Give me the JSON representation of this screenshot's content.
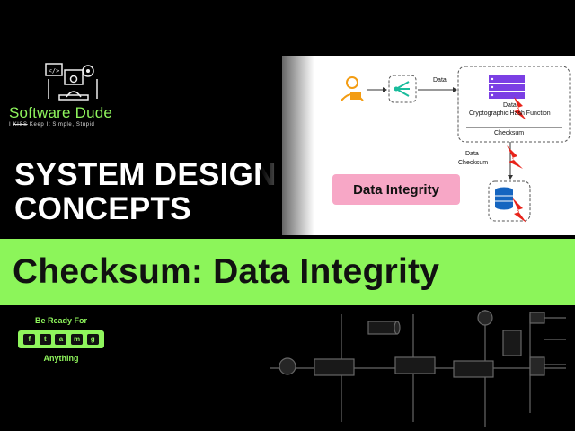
{
  "brand": {
    "name": "Software Dude",
    "tagline_struck": "KISS",
    "tagline_prefix": "I",
    "tagline": "Keep It Simple, Stupid"
  },
  "headline": {
    "line1": "SYSTEM DESIGN",
    "line2": "CONCEPTS"
  },
  "diagram": {
    "edge_label_top": "Data",
    "server_label_data": "Data",
    "server_label_hash": "Cryptographic Hash Function",
    "server_label_checksum": "Checksum",
    "edge_label_down_1": "Data",
    "edge_label_down_2": "Checksum",
    "integrity_label": "Data Integrity"
  },
  "banner": {
    "title": "Checksum: Data Integrity"
  },
  "badge": {
    "top": "Be Ready For",
    "bottom": "Anything",
    "icons": [
      "f",
      "t",
      "a",
      "m",
      "g"
    ]
  },
  "colors": {
    "accent_green": "#8cf55a",
    "integrity_pink": "#f7a7c6",
    "server_purple": "#7b3fe4",
    "alert_red": "#e8231a",
    "user_orange": "#f39c12",
    "router_teal": "#1abc9c",
    "db_blue": "#1565c0"
  }
}
